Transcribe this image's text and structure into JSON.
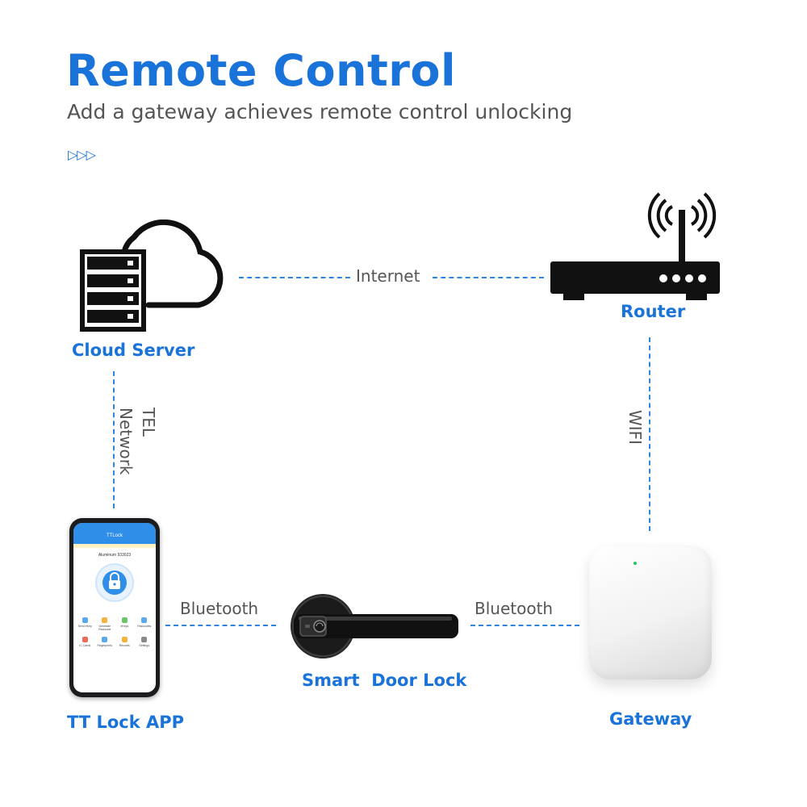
{
  "header": {
    "title": "Remote Control",
    "subtitle": "Add a gateway achieves remote control unlocking",
    "arrows": "▷▷▷"
  },
  "nodes": {
    "cloud_server": "Cloud Server",
    "router": "Router",
    "app": "TT Lock APP",
    "door_lock": "Smart  Door Lock",
    "gateway": "Gateway"
  },
  "links": {
    "internet": "Internet",
    "tel_network": "TEL\nNetwork",
    "wifi": "WIFI",
    "bluetooth_left": "Bluetooth",
    "bluetooth_right": "Bluetooth"
  },
  "phone_screen": {
    "app_title": "TTLock",
    "lock_name": "Aluminum 933023",
    "menu": [
      "Send eKey",
      "Generate Passcode",
      "eKeys",
      "Passcodes",
      "IC Cards",
      "Fingerprints",
      "Records",
      "Settings"
    ]
  },
  "colors": {
    "accent": "#1a73d9",
    "line": "#2f86e0",
    "text_gray": "#555555"
  }
}
